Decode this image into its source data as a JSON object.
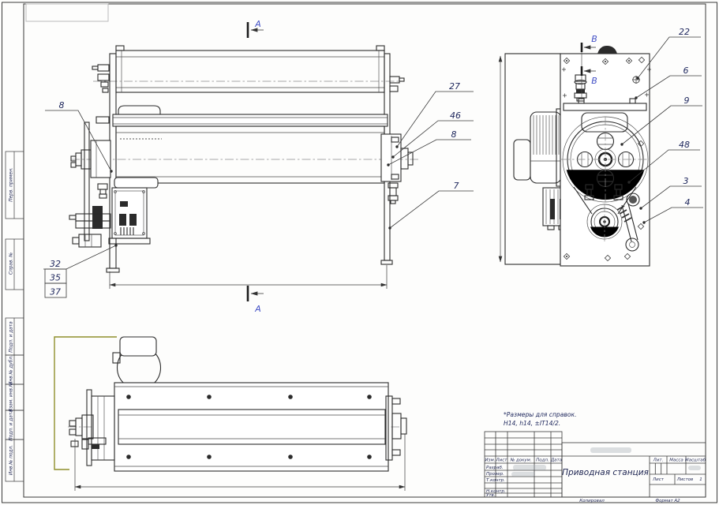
{
  "page": {
    "copied": "Копировал",
    "format": "Формат А2"
  },
  "notes": {
    "line1": "*Размеры для справок.",
    "line2": "H14, h14, ±IT14/2."
  },
  "sections": {
    "a": "А",
    "b": "В"
  },
  "callouts": {
    "n8l": "8",
    "n27": "27",
    "n46": "46",
    "n8r": "8",
    "n7": "7",
    "n32": "32",
    "n35": "35",
    "n37": "37",
    "n22": "22",
    "n6": "6",
    "n9": "9",
    "n48": "48",
    "n3": "3",
    "n4": "4"
  },
  "margin": {
    "perv": "Перв. примен.",
    "sprav": "Справ. №",
    "podp1": "Подп. и дата",
    "invdub": "Инв.№ дубл.",
    "vzam": "Взам. инв.№",
    "podp2": "Подп. и дата",
    "invpod": "Инв.№ подл."
  },
  "tb": {
    "title": "Приводная станция",
    "izm": "Изм.",
    "list": "Лист",
    "doc": "№ докум.",
    "podp": "Подп.",
    "data": "Дата",
    "razrab": "Разраб.",
    "prover": "Провер.",
    "tkontr": "Т.контр.",
    "nkontr": "Н.контр.",
    "utv": "Утв.",
    "lit": "Лит.",
    "massa": "Масса",
    "masshtab": "Масштаб",
    "list2": "Лист",
    "listov": "Листов",
    "listov_val": "1"
  }
}
